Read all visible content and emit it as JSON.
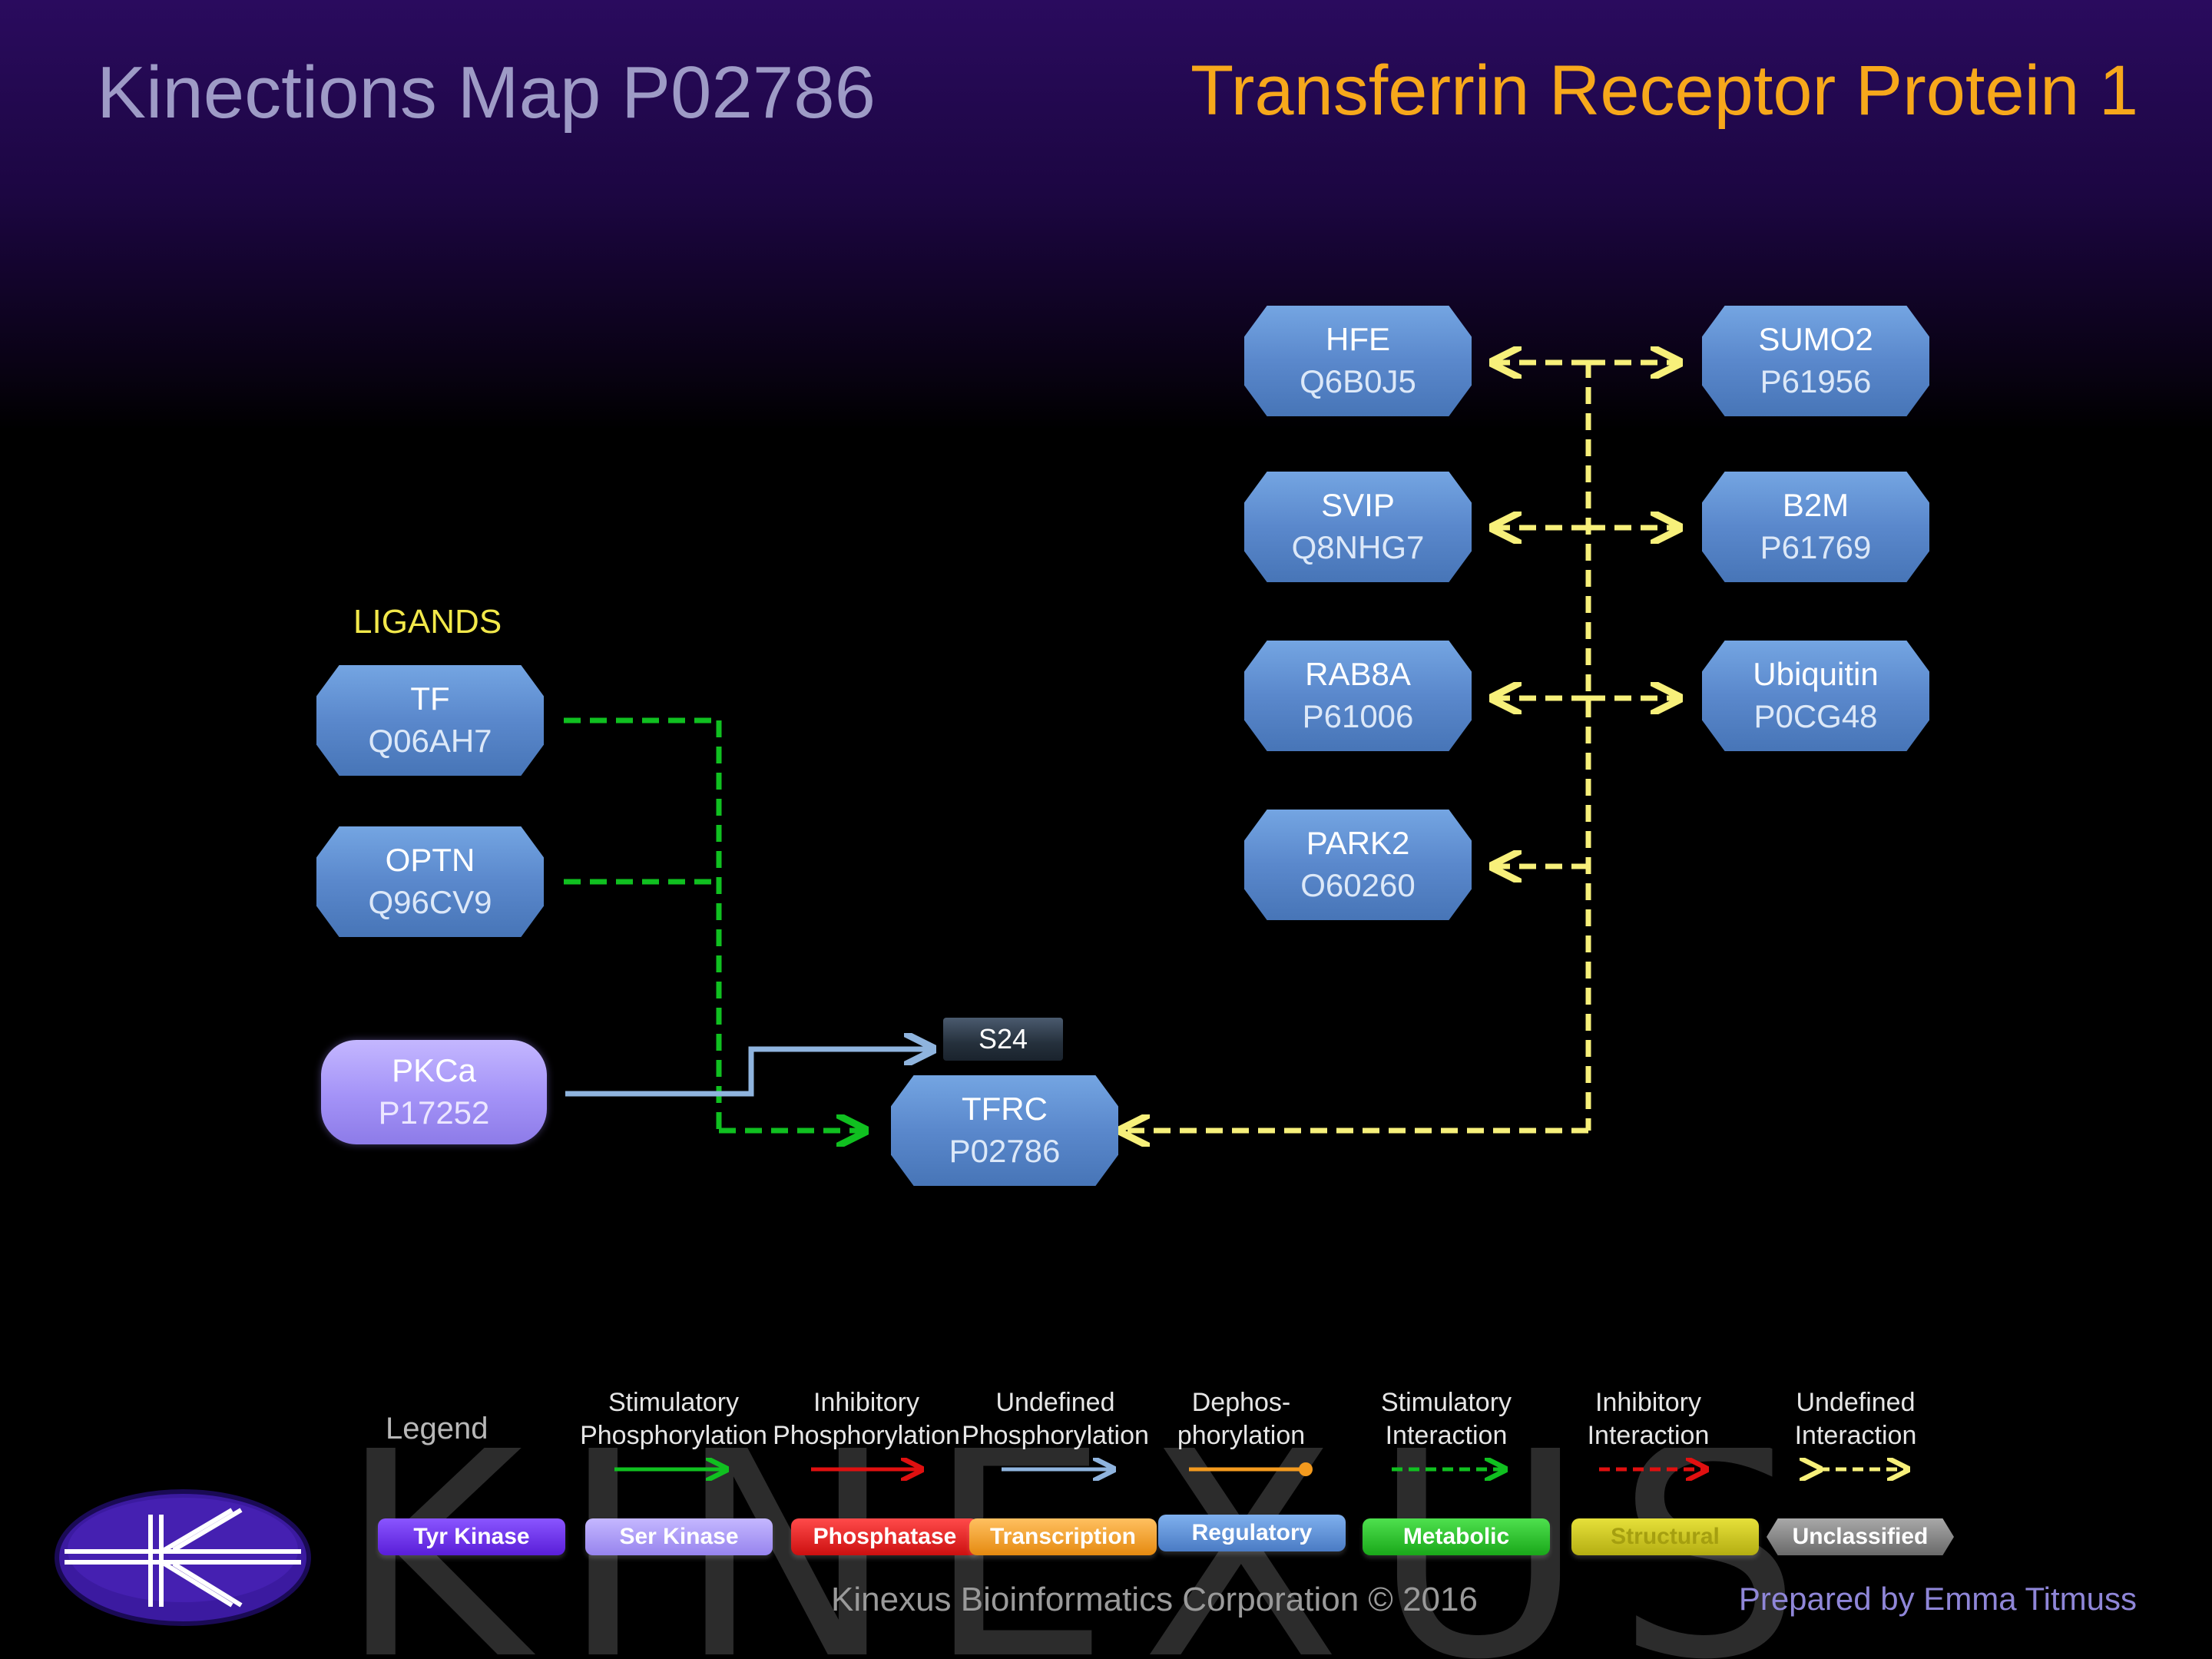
{
  "header": {
    "title": "Kinections Map P02786",
    "protein_name": "Transferrin Receptor Protein 1"
  },
  "ligands_label": "LIGANDS",
  "nodes": {
    "hfe": {
      "name": "HFE",
      "accession": "Q6B0J5"
    },
    "sumo2": {
      "name": "SUMO2",
      "accession": "P61956"
    },
    "svip": {
      "name": "SVIP",
      "accession": "Q8NHG7"
    },
    "b2m": {
      "name": "B2M",
      "accession": "P61769"
    },
    "rab8a": {
      "name": "RAB8A",
      "accession": "P61006"
    },
    "ubiquitin": {
      "name": "Ubiquitin",
      "accession": "P0CG48"
    },
    "park2": {
      "name": "PARK2",
      "accession": "O60260"
    },
    "tf": {
      "name": "TF",
      "accession": "Q06AH7"
    },
    "optn": {
      "name": "OPTN",
      "accession": "Q96CV9"
    },
    "pkca": {
      "name": "PKCa",
      "accession": "P17252"
    },
    "tfrc": {
      "name": "TFRC",
      "accession": "P02786"
    }
  },
  "site": "S24",
  "legend": {
    "title": "Legend",
    "arrows": [
      {
        "line1": "Stimulatory",
        "line2": "Phosphorylation",
        "color": "#10c020",
        "style": "solid-arrow"
      },
      {
        "line1": "Inhibitory",
        "line2": "Phosphorylation",
        "color": "#e01010",
        "style": "solid-arrow"
      },
      {
        "line1": "Undefined",
        "line2": "Phosphorylation",
        "color": "#8fb4de",
        "style": "solid-arrow"
      },
      {
        "line1": "Dephos-",
        "line2": "phorylation",
        "color": "#f39a1e",
        "style": "solid-ball"
      },
      {
        "line1": "Stimulatory",
        "line2": "Interaction",
        "color": "#10c020",
        "style": "dashed-arrow"
      },
      {
        "line1": "Inhibitory",
        "line2": "Interaction",
        "color": "#e01010",
        "style": "dashed-arrow"
      },
      {
        "line1": "Undefined",
        "line2": "Interaction",
        "color": "#f7f07a",
        "style": "dashed-double"
      }
    ],
    "categories": [
      {
        "label": "Tyr Kinase",
        "color": "#6a2de0",
        "text_color": "#ffffff"
      },
      {
        "label": "Ser Kinase",
        "color": "#a594f5",
        "text_color": "#ffffff"
      },
      {
        "label": "Phosphatase",
        "color": "#e31b1b",
        "text_color": "#ffffff"
      },
      {
        "label": "Transcription",
        "color": "#f39a1e",
        "text_color": "#ffffff"
      },
      {
        "label": "Regulatory",
        "color": "#5a88cc",
        "text_color": "#ffffff"
      },
      {
        "label": "Metabolic",
        "color": "#26c426",
        "text_color": "#ffffff"
      },
      {
        "label": "Structural",
        "color": "#c8c21a",
        "text_color": "#a59f10"
      },
      {
        "label": "Unclassified",
        "color": "#8a8a8a",
        "text_color": "#ffffff"
      }
    ]
  },
  "footer": {
    "copyright": "Kinexus Bioinformatics Corporation © 2016",
    "prepared_by": "Prepared by Emma Titmuss"
  },
  "watermark": "KINEXUS",
  "colors": {
    "undefined_interaction": "#f7f07a",
    "stimulatory_interaction": "#10c020",
    "undefined_phosphorylation": "#8fb4de",
    "title": "#f7a81b"
  }
}
